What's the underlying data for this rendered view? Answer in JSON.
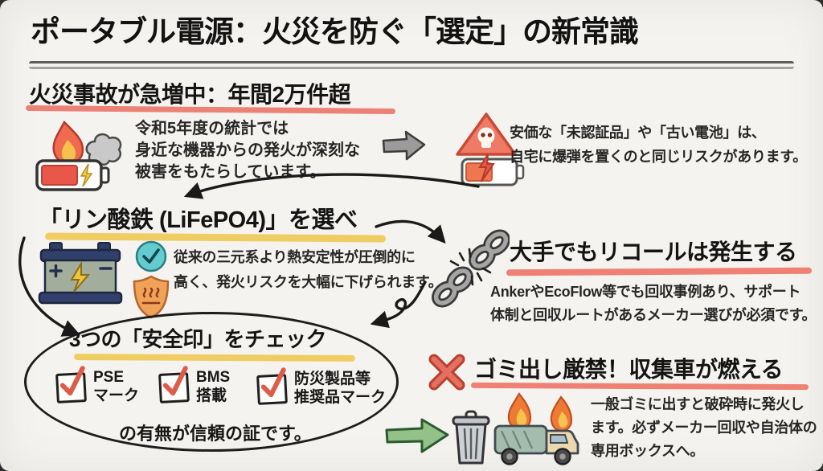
{
  "title": "ポータブル電源：火災を防ぐ「選定」の新常識",
  "sections": {
    "fire_stats": {
      "heading": "火災事故が急増中：年間2万件超",
      "body": "令和5年度の統計では\n身近な機器からの発火が深刻な\n被害をもたらしています。",
      "warning": "安価な「未認証品」や「古い電池」は、\n自宅に爆弾を置くのと同じリスクがあります。"
    },
    "lifepo4": {
      "heading": "「リン酸鉄 (LiFePO4)」を選べ",
      "body": "従来の三元系より熱安定性が圧倒的に\n高く、発火リスクを大幅に下げられます。"
    },
    "recall": {
      "heading": "大手でもリコールは発生する",
      "body": "AnkerやEcoFlow等でも回収事例あり、サポート\n体制と回収ルートがあるメーカー選びが必須です。"
    },
    "safety_marks": {
      "heading": "3つの「安全印」をチェック",
      "checks": [
        {
          "label": "PSE\nマーク"
        },
        {
          "label": "BMS\n搭載"
        },
        {
          "label": "防災製品等\n推奨品マーク"
        }
      ],
      "footer": "の有無が信頼の証です。"
    },
    "disposal": {
      "heading": "ゴミ出し厳禁！収集車が燃える",
      "body": "一般ゴミに出すと破砕時に発火し\nます。必ずメーカー回収や自治体の\n専用ボックスへ。"
    }
  },
  "icons": {
    "burning_battery": "battery with flame and smoke",
    "danger_battery": "warning triangle with skull over battery",
    "car_battery": "LiFePO4 battery cell with bolt",
    "check_circle": "teal verified checkmark",
    "heat_shield": "orange heat-resistance shield",
    "broken_chain": "recalled / broken supply chain",
    "checkbox_tick": "✓",
    "x_mark": "✕",
    "trash_can": "garbage bin",
    "burning_truck": "garbage truck on fire",
    "arrow_right_gray": "→",
    "arrow_right_green": "→"
  },
  "colors": {
    "background": "#f4f3f0",
    "ink": "#141414",
    "underline_red": "#ec8176",
    "underline_yellow": "#f0cd62",
    "check_red": "#dd5c49",
    "arrow_gray": "#9b9b9b",
    "arrow_green": "#93c289",
    "flame_orange": "#ef7a35",
    "battery_navy": "#31406b",
    "teal": "#64ccce",
    "shield_orange": "#f0a258"
  }
}
